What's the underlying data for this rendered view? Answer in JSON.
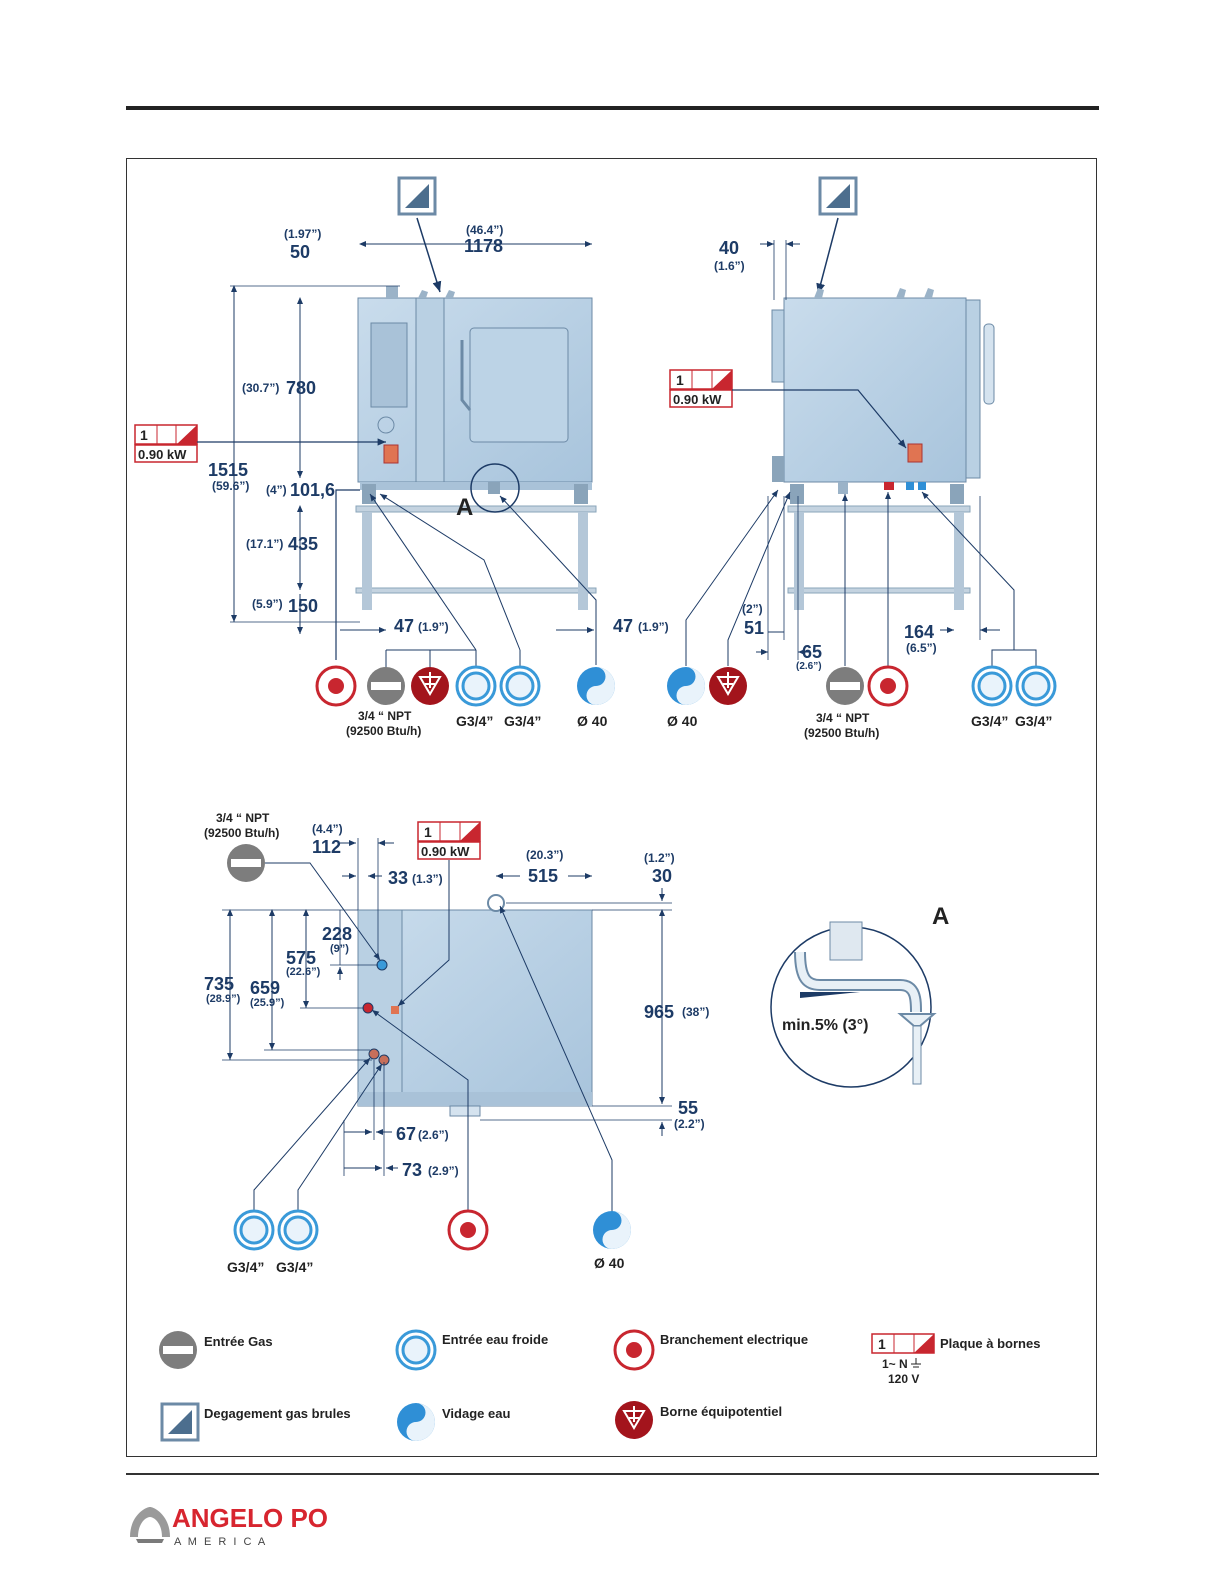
{
  "views": {
    "front": {
      "dims": {
        "top_gap": "50",
        "top_gap_in": "(1.97”)",
        "width": "1178",
        "width_in": "(46.4”)",
        "body_h": "780",
        "body_h_in": "(30.7”)",
        "total_h": "1515",
        "total_h_in": "(59.6”)",
        "leg": "101,6",
        "leg_in": "(4”)",
        "stand": "435",
        "stand_in": "(17.1”)",
        "shelf": "150",
        "shelf_in": "(5.9”)",
        "left_off": "47",
        "left_off_in": "(1.9”)",
        "right_off": "47",
        "right_off_in": "(1.9”)"
      },
      "detail_letter": "A",
      "terminal_power": "0.90 kW",
      "terminal_num": "1",
      "labels": {
        "gas": "3/4 “ NPT",
        "gas_btu": "(92500 Btu/h)",
        "water1": "G3/4”",
        "water2": "G3/4”",
        "drain": "Ø 40"
      }
    },
    "side": {
      "dims": {
        "top_off": "40",
        "top_off_in": "(1.6”)",
        "a": "51",
        "a_in": "(2”)",
        "b": "65",
        "b_in": "(2.6”)",
        "c": "164",
        "c_in": "(6.5”)"
      },
      "terminal_power": "0.90 kW",
      "terminal_num": "1",
      "labels": {
        "drain": "Ø 40",
        "gas": "3/4 “ NPT",
        "gas_btu": "(92500 Btu/h)",
        "water1": "G3/4”",
        "water2": "G3/4”"
      }
    },
    "top": {
      "dims": {
        "d112": "112",
        "d112_in": "(4.4”)",
        "d33": "33",
        "d33_in": "(1.3”)",
        "d515": "515",
        "d515_in": "(20.3”)",
        "d30": "30",
        "d30_in": "(1.2”)",
        "d228": "228",
        "d228_in": "(9”)",
        "d575": "575",
        "d575_in": "(22.6”)",
        "d659": "659",
        "d659_in": "(25.9”)",
        "d735": "735",
        "d735_in": "(28.9”)",
        "d965": "965",
        "d965_in": "(38”)",
        "d55": "55",
        "d55_in": "(2.2”)",
        "d67": "67",
        "d67_in": "(2.6”)",
        "d73": "73",
        "d73_in": "(2.9”)"
      },
      "gas_label": "3/4 “ NPT",
      "gas_btu": "(92500 Btu/h)",
      "terminal_power": "0.90 kW",
      "terminal_num": "1",
      "labels": {
        "water1": "G3/4”",
        "water2": "G3/4”",
        "drain": "Ø 40"
      }
    },
    "detail": {
      "letter": "A",
      "slope": "min.5% (3°)"
    }
  },
  "legend": {
    "gas": "Entrée Gas",
    "water": "Entrée eau froide",
    "electric": "Branchement electrique",
    "terminal": "Plaque à bornes",
    "terminal_num": "1",
    "terminal_spec1": "1~ N",
    "terminal_spec2": "120 V",
    "exhaust": "Degagement gas brules",
    "drain": "Vidage eau",
    "equipotential": "Borne équipotentiel"
  },
  "brand": {
    "name": "ANGELO PO",
    "sub": "A M E R I C A",
    "color": "#d7252f"
  }
}
